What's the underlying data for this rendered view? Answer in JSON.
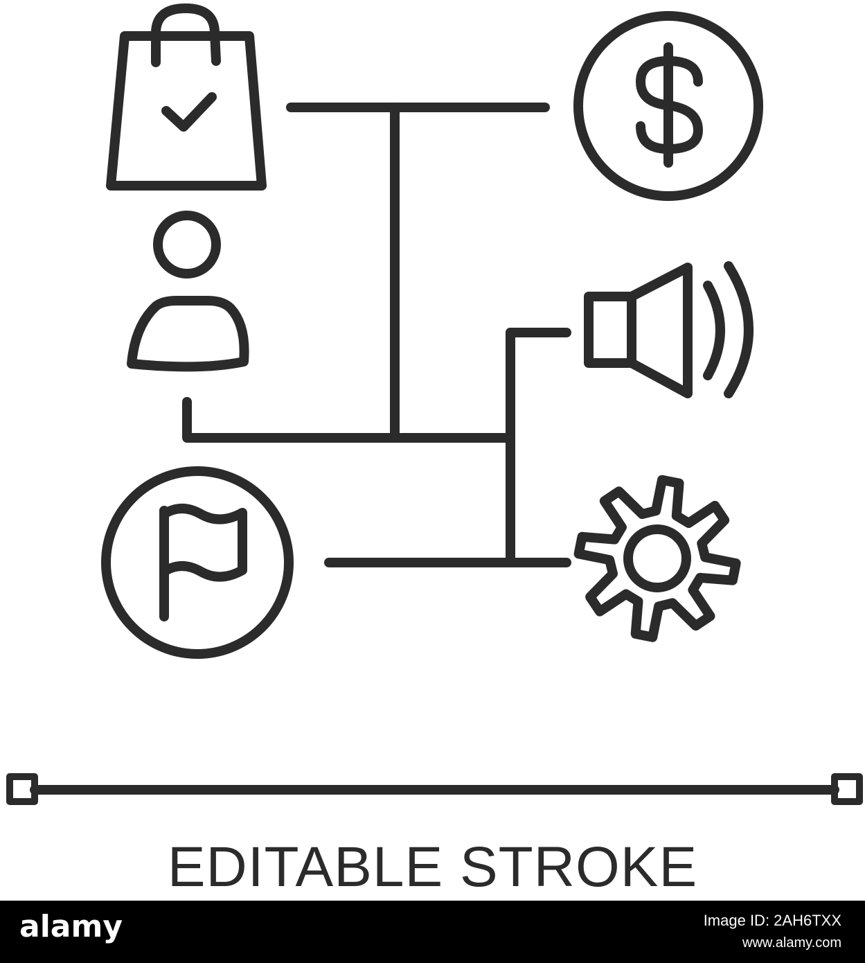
{
  "caption": "EDITABLE STROKE",
  "footer": {
    "brand": "alamy",
    "image_id": "Image ID: 2AH6TXX",
    "url": "www.alamy.com"
  },
  "colors": {
    "stroke": "#2b2b2b",
    "background": "#ffffff",
    "footer_bg": "#000000",
    "footer_text": "#ffffff"
  },
  "icons": [
    "shopping-bag-check-icon",
    "dollar-coin-icon",
    "user-icon",
    "speaker-icon",
    "flag-icon",
    "gear-icon",
    "connector-lines",
    "stroke-width-handle-icon"
  ]
}
